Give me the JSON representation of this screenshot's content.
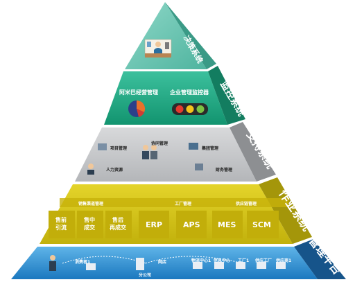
{
  "layers": {
    "decision": {
      "side_label": "决策系统",
      "color_front": "#5fc3ae",
      "color_side": "#2f8f7c"
    },
    "monitor": {
      "side_label": "监控系统",
      "left_item": "阿米巴经营管理",
      "right_item": "企业管理监控器",
      "color_front": "#1fb08d",
      "color_side": "#157a62"
    },
    "collab": {
      "side_label": "支持系统",
      "items": [
        "项目管理",
        "协同管理",
        "集团管理",
        "人力资源",
        "财务管理"
      ],
      "color_front": "#c6c8ca",
      "color_side": "#8b8d90"
    },
    "ops": {
      "side_label": "作业系统",
      "group_headers": [
        "销售渠道管理",
        "工厂管理",
        "供应链管理"
      ],
      "sales_items": [
        "售前\n引流",
        "售中\n成交",
        "售后\n再成交"
      ],
      "factory_items": [
        "ERP",
        "APS",
        "MES"
      ],
      "supply_items": [
        "SCM"
      ],
      "color_front": "#d4c318",
      "color_side": "#a99b0c"
    },
    "platform": {
      "side_label": "管理平台",
      "nodes": [
        "消费者1",
        "分公司",
        "网店",
        "物流中心1",
        "信息中心",
        "工厂1",
        "供应工厂",
        "供应商1"
      ],
      "color_front": "#2e8fd1",
      "color_side": "#1a5f9a"
    }
  },
  "colors": {
    "traffic_red": "#e33b2e",
    "traffic_yellow": "#f4c21c",
    "traffic_green": "#7cc242",
    "pie_blue": "#2b3f8a",
    "pie_orange": "#e9712b"
  }
}
